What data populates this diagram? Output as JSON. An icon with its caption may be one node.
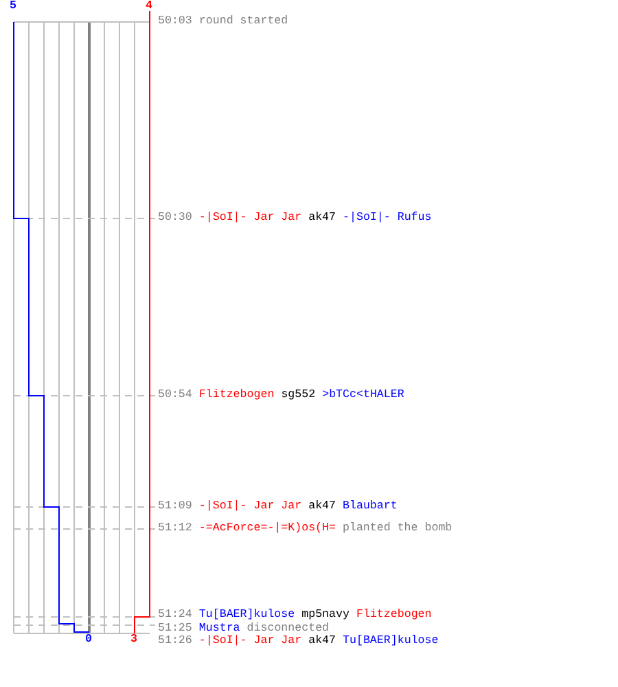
{
  "diagram": {
    "labels": [
      "5",
      "4",
      "50:03",
      "round started",
      "50:30",
      "-|SoI|- Jar Jar",
      "ak47",
      "-|SoI|- Rufus",
      "50:54",
      "Flitzebogen",
      "sg552",
      ">bTCc<tHALER",
      "51:09",
      "-|SoI|- Jar Jar",
      "ak47",
      "Blaubart",
      "51:12",
      "-=AcForce=-|=K)os(H=",
      "planted the bomb",
      "51:24",
      "Tu[BAER]kulose",
      "mp5navy",
      "Flitzebogen",
      "51:25",
      "Mustra",
      "disconnected",
      "51:26",
      "-|SoI|- Jar Jar",
      "ak47",
      "Tu[BAER]kulose",
      "0",
      "3"
    ]
  }
}
